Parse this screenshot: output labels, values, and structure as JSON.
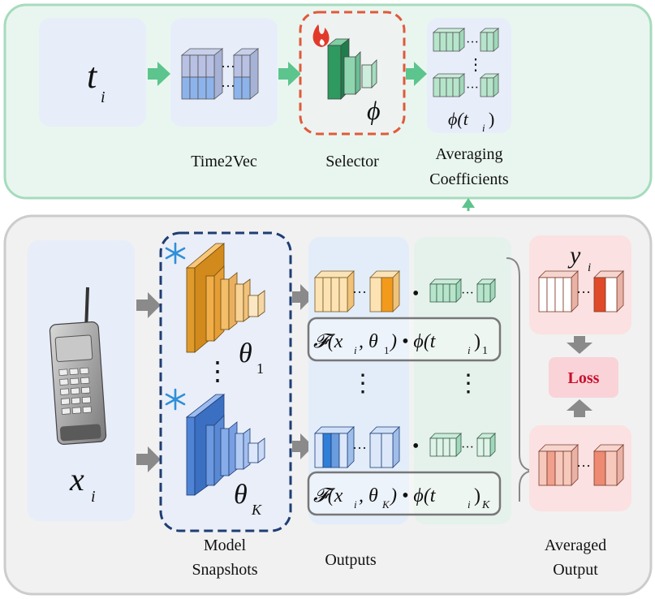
{
  "top_panel": {
    "input_var": "t",
    "input_sub": "i",
    "time2vec_label": "Time2Vec",
    "selector_label": "Selector",
    "selector_symbol": "ϕ",
    "selector_icon": "fire-icon",
    "coeff_label_line1": "Averaging",
    "coeff_label_line2": "Coefficients",
    "coeff_symbol": "ϕ(t",
    "coeff_sub": "i",
    "coeff_close": ")"
  },
  "bottom_panel": {
    "input_var": "x",
    "input_sub": "i",
    "phone_icon": "mobile-phone-icon",
    "snapshots_label_line1": "Model",
    "snapshots_label_line2": "Snapshots",
    "frozen_icon": "snowflake-icon",
    "theta1": "θ",
    "theta1_sub": "1",
    "thetaK": "θ",
    "thetaK_sub": "K",
    "outputs_label": "Outputs",
    "formula1": "𝓕(x",
    "formula1_sub_i": "i",
    "formula1_mid": ", θ",
    "formula1_sub_1": "1",
    "formula1_rest": ") • ϕ(t",
    "formula1_sub_i2": "i",
    "formula1_close": ")",
    "formula1_tail_sub": "1",
    "formulaK": "𝓕(x",
    "formulaK_sub_i": "i",
    "formulaK_mid": ", θ",
    "formulaK_sub_K": "K",
    "formulaK_rest": ") • ϕ(t",
    "formulaK_sub_i2": "i",
    "formulaK_close": ")",
    "formulaK_tail_sub": "K",
    "target_var": "y",
    "target_sub": "i",
    "loss_label": "Loss",
    "averaged_label_line1": "Averaged",
    "averaged_label_line2": "Output",
    "dots": "···",
    "vdots": "⋮",
    "bullet": "•"
  },
  "colors": {
    "top_bg": "#e8f5ee",
    "top_border": "#9fd7b8",
    "bottom_bg": "#f1f1f1",
    "bottom_border": "#c8c8c8",
    "green_arrow": "#56c28a",
    "selector_dash": "#e05a3a",
    "snapshot_dash": "#1f3d73",
    "loss_bg": "#f9d3d8",
    "loss_text": "#c8102e",
    "orange": "#f0a030",
    "blue": "#4a7fd0",
    "teal": "#7ccfa6",
    "red": "#e0502e"
  }
}
